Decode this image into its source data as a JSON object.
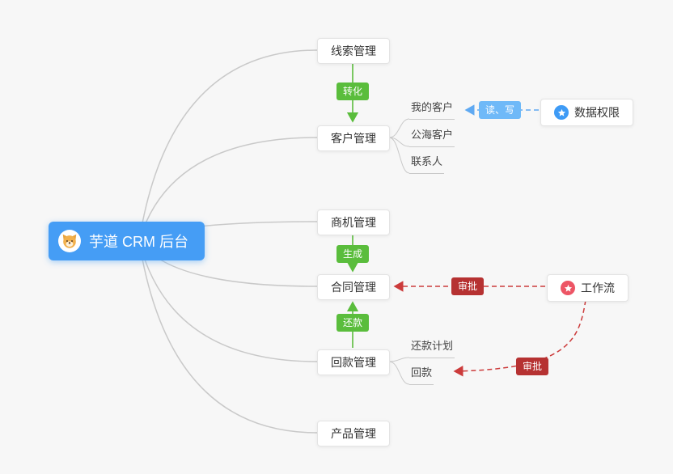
{
  "root": {
    "label": "芋道 CRM 后台",
    "icon": "dog-face-icon",
    "color": "#459df5"
  },
  "modules": {
    "lead": "线索管理",
    "customer": "客户管理",
    "opportunity": "商机管理",
    "contract": "合同管理",
    "receivable": "回款管理",
    "product": "产品管理"
  },
  "customer_children": [
    "我的客户",
    "公海客户",
    "联系人"
  ],
  "receivable_children": [
    "还款计划",
    "回款"
  ],
  "side_nodes": {
    "data_permission": {
      "label": "数据权限",
      "icon": "star-icon",
      "icon_color": "#3e9bf6"
    },
    "workflow": {
      "label": "工作流",
      "icon": "star-icon",
      "icon_color": "#ed5565"
    }
  },
  "edge_labels": {
    "convert": "转化",
    "generate": "生成",
    "repay": "还款",
    "read_write": "读、写",
    "approve": "审批"
  },
  "colors": {
    "background": "#f7f7f7",
    "root_blue": "#459df5",
    "green": "#5abd3c",
    "red_badge": "#b63232",
    "red_line": "#cc3b3b",
    "blue_badge": "#6fb9f8",
    "blue_line": "#5fa9f2",
    "gray_line": "#c9c9c9"
  }
}
